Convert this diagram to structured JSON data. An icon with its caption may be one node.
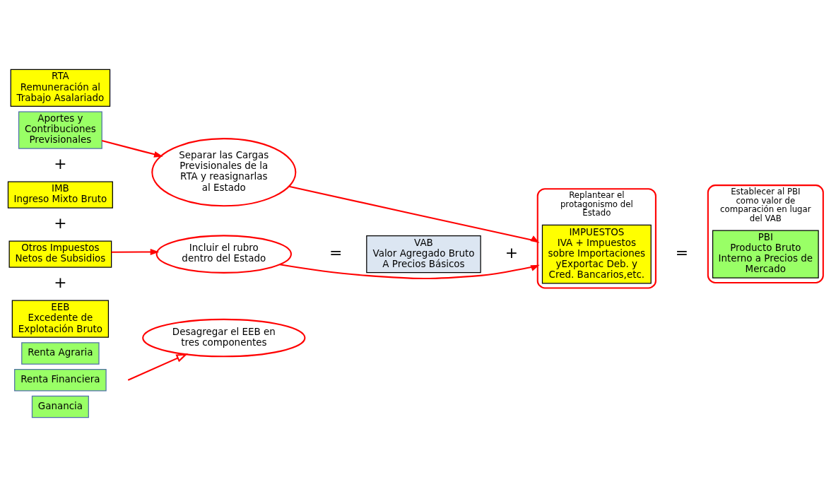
{
  "diagram": {
    "nodes": [
      {
        "text": [
          "RTA",
          "Remuneración al Trabajo Asalariado"
        ]
      },
      {
        "text": [
          "Aportes y Contribuciones Previsionales"
        ]
      },
      {
        "text": [
          "IMB",
          "Ingreso Mixto Bruto"
        ]
      },
      {
        "text": [
          "Otros Impuestos",
          "Netos de Subsidios"
        ]
      },
      {
        "text": [
          "EEB",
          "Excedente de Explotación Bruto"
        ]
      },
      {
        "text": [
          "Renta Agraria"
        ]
      },
      {
        "text": [
          "Renta Financiera"
        ]
      },
      {
        "text": [
          "Ganancia"
        ]
      },
      {
        "text": [
          "Separar las Cargas Previsionales de la RTA y reasignarlas al Estado"
        ]
      },
      {
        "text": [
          "VAB",
          "Valor Agregado Bruto A Precios Básicos"
        ]
      },
      {
        "text": [
          "Replantear el protagonismo del Estado"
        ]
      },
      {
        "text": [
          "IMPUESTOS",
          "IVA + Impuestos sobre Importaciones yExportac Deb. y Cred. Bancarios,etc."
        ],
        "in": 10
      },
      {
        "text": [
          "Incluir el rubro dentro del Estado"
        ]
      },
      {
        "text": [
          "Desagregar el EEB en tres componentes"
        ]
      },
      {
        "text": [
          "Establecer al PBI como valor de comparación en lugar del VAB"
        ]
      },
      {
        "text": [
          "PBI",
          "Producto Bruto Interno a Precios de Mercado"
        ],
        "in": 14
      }
    ],
    "edges": [
      {
        "from": 1,
        "to": 8,
        "arrow": "to"
      },
      {
        "from": 8,
        "to": 10,
        "arrow": "to"
      },
      {
        "from": 3,
        "to": 12,
        "arrow": "to"
      },
      {
        "from": 12,
        "to": 10,
        "arrow": "to"
      },
      {
        "from": null,
        "to": 13,
        "arrow": "to"
      }
    ],
    "labels": [
      "+",
      "+",
      "+",
      "=",
      "+",
      "="
    ]
  }
}
